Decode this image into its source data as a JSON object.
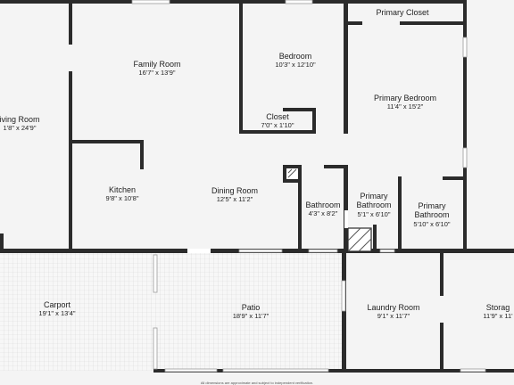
{
  "plan": {
    "colors": {
      "wall": "#2b2b2b",
      "floor": "#f4f4f4",
      "patio_tile": "#e2e2e2",
      "text": "#222222"
    },
    "rooms": [
      {
        "id": "living-room",
        "name": "iving Room",
        "dims": "1'8\" x 24'9\""
      },
      {
        "id": "family-room",
        "name": "Family Room",
        "dims": "16'7\" x 13'9\""
      },
      {
        "id": "bedroom",
        "name": "Bedroom",
        "dims": "10'3\" x 12'10\""
      },
      {
        "id": "primary-closet",
        "name": "Primary Closet",
        "dims": ""
      },
      {
        "id": "primary-bedroom",
        "name": "Primary Bedroom",
        "dims": "11'4\" x 15'2\""
      },
      {
        "id": "closet",
        "name": "Closet",
        "dims": "7'0\" x 1'10\""
      },
      {
        "id": "kitchen",
        "name": "Kitchen",
        "dims": "9'8\" x 10'8\""
      },
      {
        "id": "dining-room",
        "name": "Dining Room",
        "dims": "12'5\" x 11'2\""
      },
      {
        "id": "bathroom",
        "name": "Bathroom",
        "dims": "4'3\" x 8'2\""
      },
      {
        "id": "primary-bathroom-1",
        "name": "Primary\nBathroom",
        "dims": "5'1\" x 6'10\""
      },
      {
        "id": "primary-bathroom-2",
        "name": "Primary\nBathroom",
        "dims": "5'10\" x 6'10\""
      },
      {
        "id": "carport",
        "name": "Carport",
        "dims": "19'1\" x 13'4\""
      },
      {
        "id": "patio",
        "name": "Patio",
        "dims": "18'9\" x 11'7\""
      },
      {
        "id": "laundry-room",
        "name": "Laundry Room",
        "dims": "9'1\" x 11'7\""
      },
      {
        "id": "storage",
        "name": "Storag",
        "dims": "11'9\" x 11'"
      }
    ],
    "disclaimer": "All dimensions are approximate and subject to independent verification."
  }
}
